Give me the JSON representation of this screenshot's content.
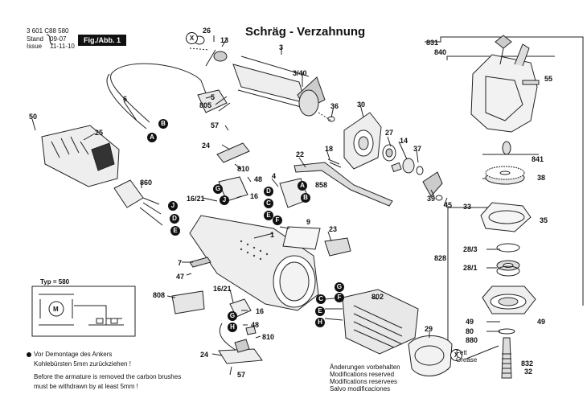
{
  "header": {
    "part_number": "3 601 C88 580",
    "stand_label": "Stand",
    "stand_value": "09-07",
    "issue_label": "Issue",
    "issue_value": "11-11-10",
    "fig_label": "Fig./Abb. 1",
    "title": "Schräg - Verzahnung"
  },
  "callouts": [
    "831",
    "840",
    "55",
    "841",
    "38",
    "33",
    "35",
    "828",
    "28/3",
    "28/1",
    "49",
    "80",
    "880",
    "49",
    "832",
    "32",
    "26",
    "13",
    "3",
    "3/40",
    "36",
    "30",
    "27",
    "14",
    "37",
    "39",
    "45",
    "5",
    "805",
    "6",
    "50",
    "25",
    "57",
    "24",
    "810",
    "48",
    "16/21",
    "16",
    "4",
    "858",
    "22",
    "18",
    "860",
    "9",
    "23",
    "1",
    "7",
    "47",
    "808",
    "16/21",
    "16",
    "48",
    "810",
    "24",
    "57",
    "802",
    "29"
  ],
  "letters": [
    "A",
    "B",
    "C",
    "D",
    "E",
    "F",
    "G",
    "H",
    "J"
  ],
  "typ_label": "Typ = 580",
  "motor_label": "M",
  "notes": {
    "de_line1": "Vor Demontage des Ankers",
    "de_line2": "Kohlebürsten 5mm zurückziehen !",
    "en_line1": "Before the armature is removed the carbon brushes",
    "en_line2": "must be withdrawn by at least 5mm !"
  },
  "changes": {
    "line1": "Änderungen vorbehalten",
    "line2": "Modifications reserved",
    "line3": "Modifications reservees",
    "line4": "Salvo modificaciones"
  },
  "grease": {
    "line1": "Fett",
    "line2": "Grease"
  },
  "x_marker": "X"
}
